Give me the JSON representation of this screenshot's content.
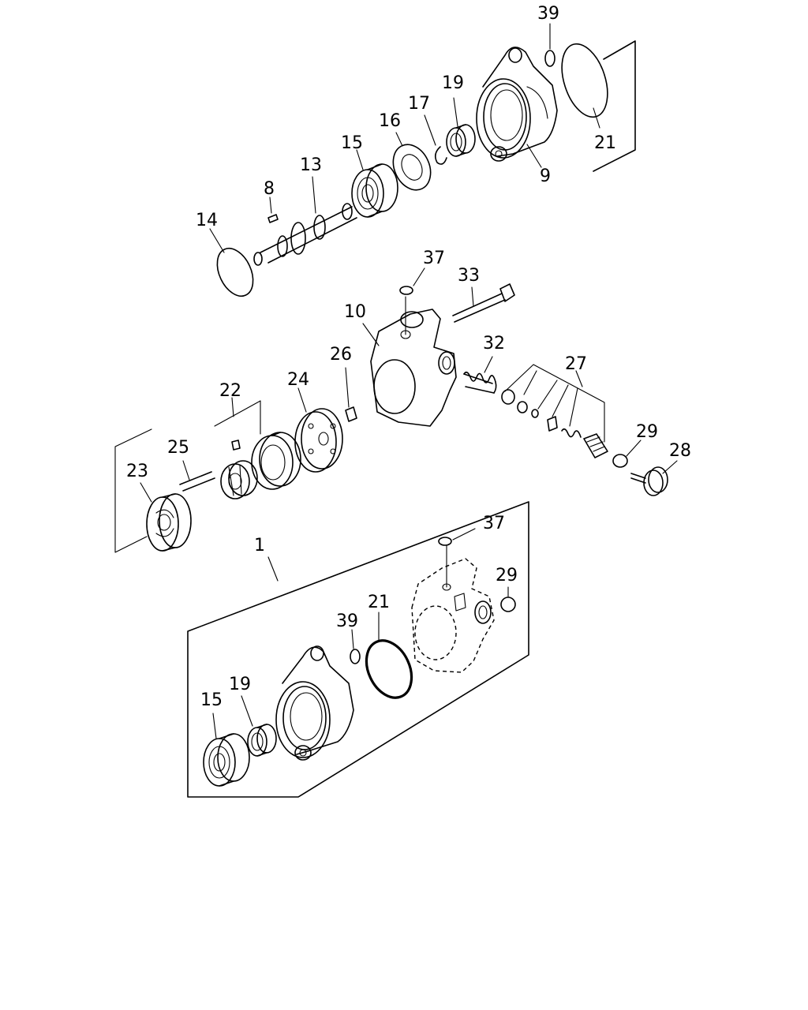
{
  "diagram": {
    "callouts": {
      "c39_top": "39",
      "c21_top": "21",
      "c19_top": "19",
      "c17": "17",
      "c16": "16",
      "c15_top": "15",
      "c13": "13",
      "c8": "8",
      "c14": "14",
      "c9": "9",
      "c37_mid": "37",
      "c33": "33",
      "c10": "10",
      "c32": "32",
      "c26": "26",
      "c27": "27",
      "c24": "24",
      "c22": "22",
      "c25": "25",
      "c23": "23",
      "c29_mid": "29",
      "c28": "28",
      "c1": "1",
      "c37_kit": "37",
      "c29_kit": "29",
      "c21_kit": "21",
      "c39_kit": "39",
      "c19_kit": "19",
      "c15_kit": "15"
    }
  }
}
